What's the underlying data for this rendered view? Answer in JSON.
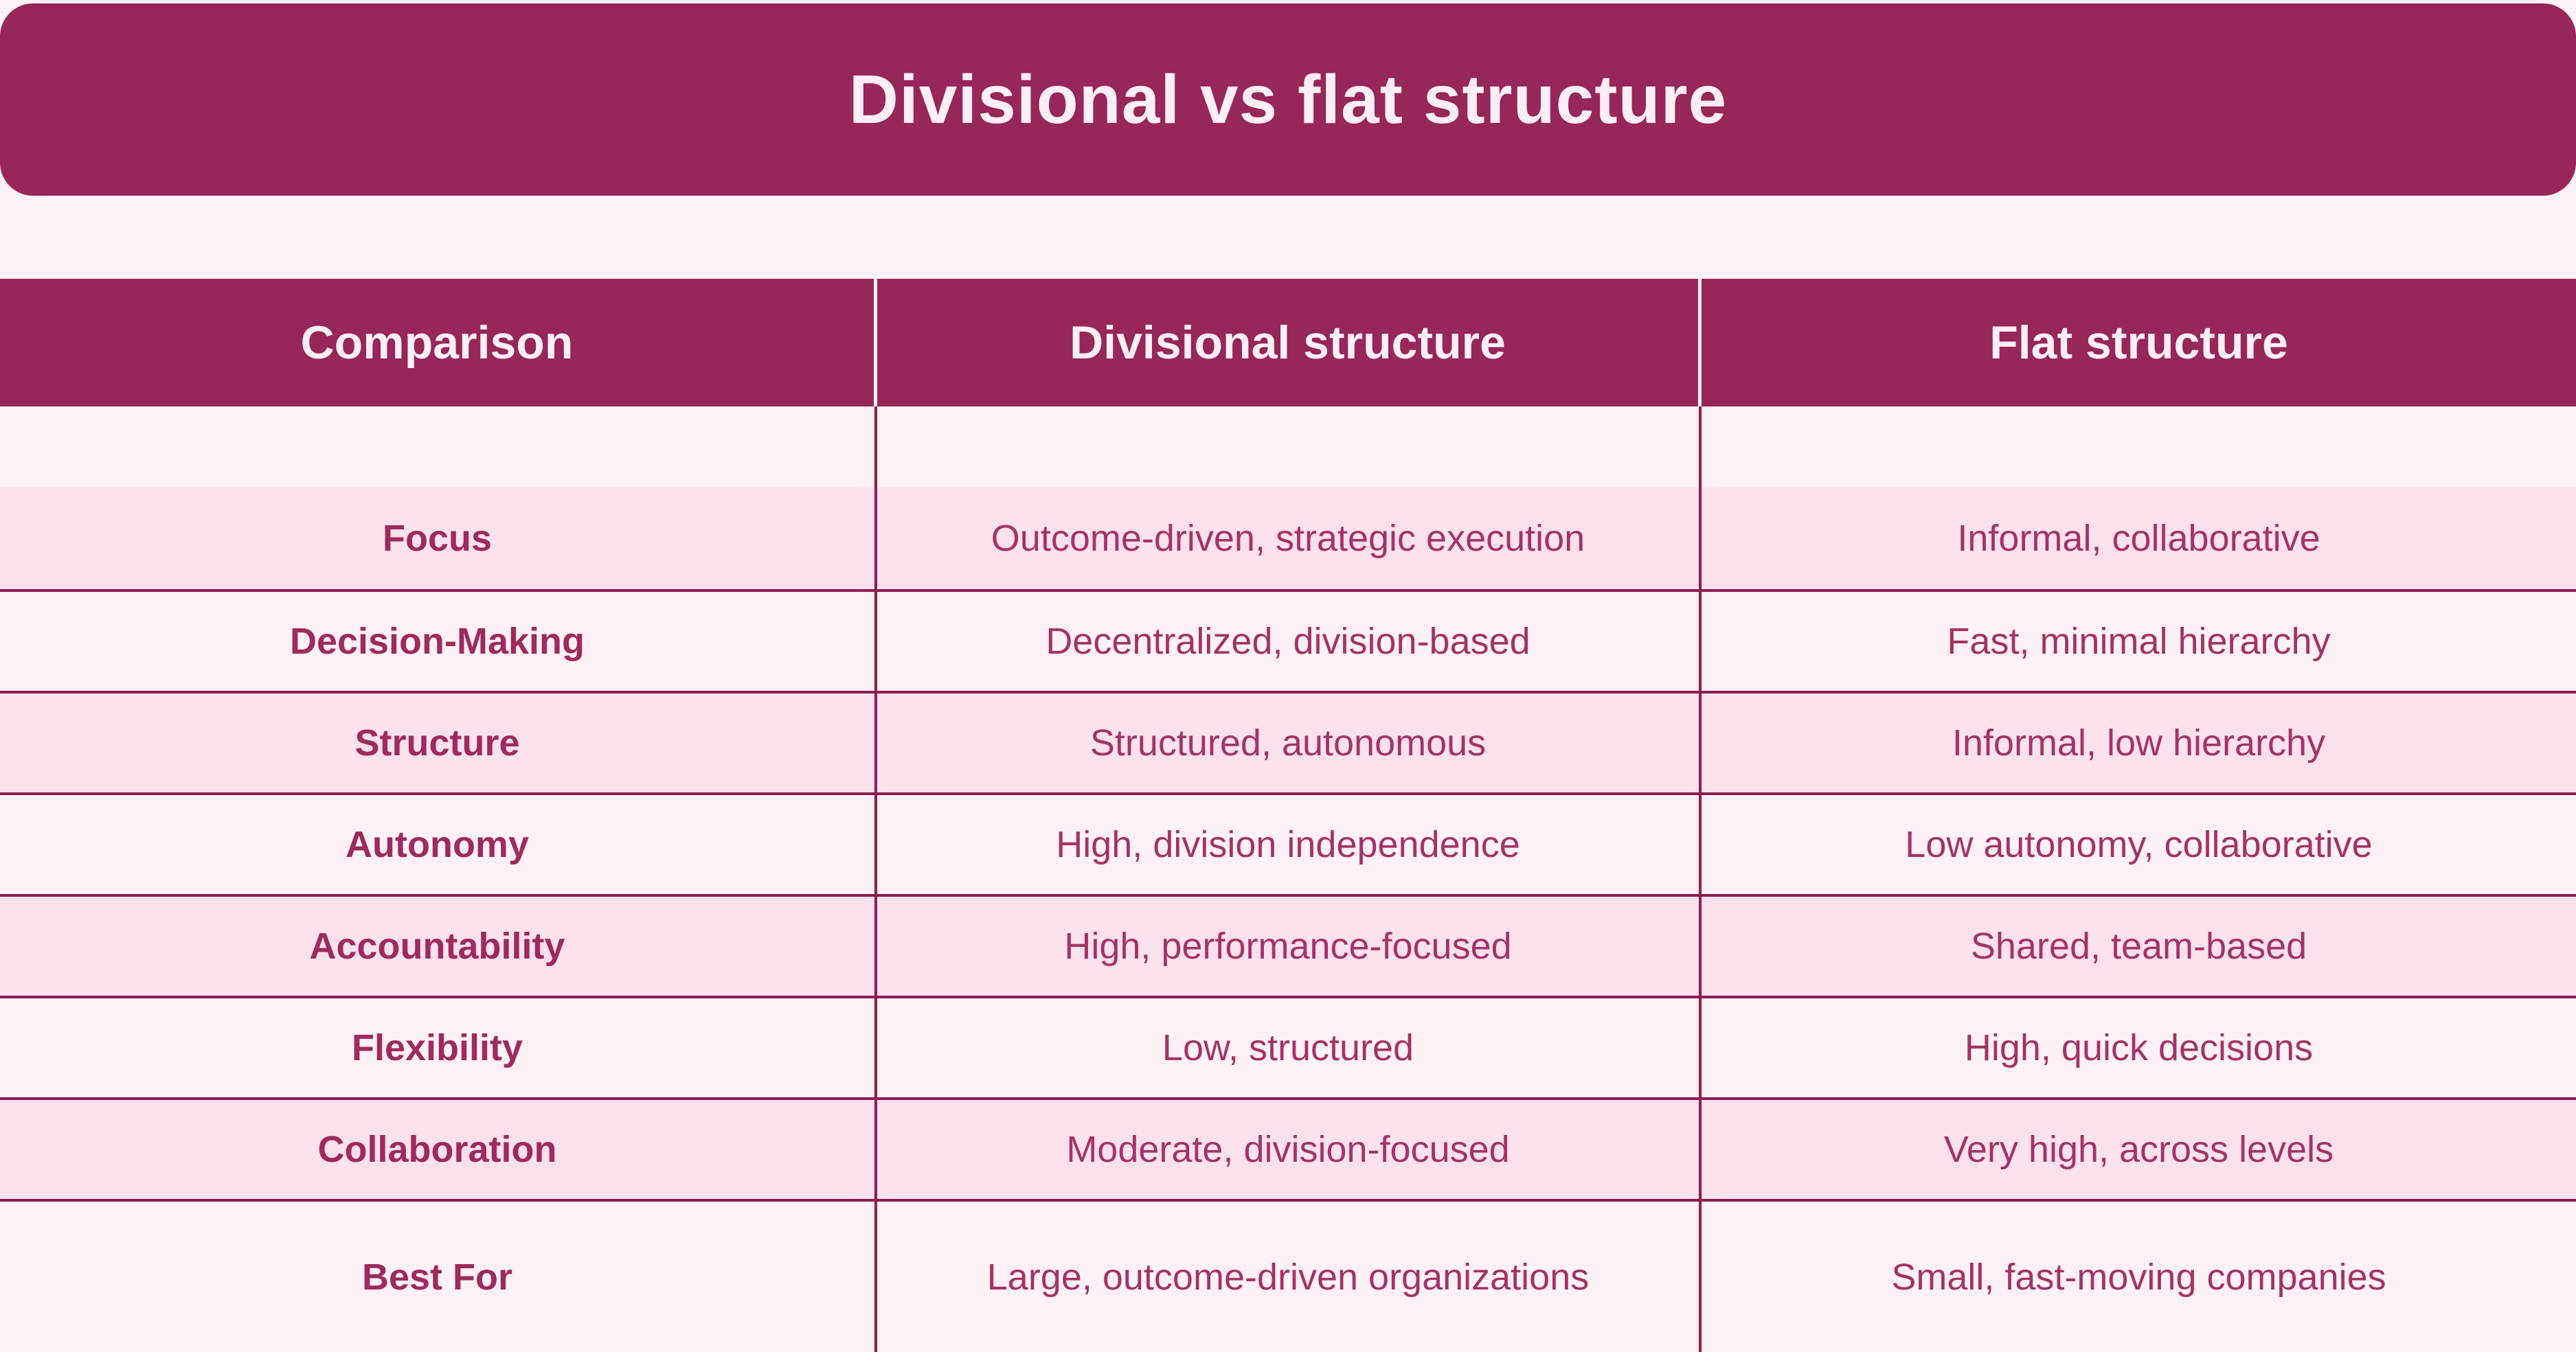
{
  "page_title": "Divisional vs flat structure",
  "colors": {
    "accent": "#97265A",
    "line": "#8C1D50",
    "row_light": "#FDF0F6",
    "row_dark": "#FBE0ED",
    "page_bg": "#FDF1F7",
    "title_text": "#FCEEF6",
    "label_text": "#9E2A5E",
    "value_text": "#A43366"
  },
  "chart_data": {
    "type": "table",
    "title": "Divisional vs flat structure",
    "columns": [
      "Comparison",
      "Divisional structure",
      "Flat structure"
    ],
    "rows": [
      [
        "Focus",
        "Outcome-driven, strategic execution",
        "Informal, collaborative"
      ],
      [
        "Decision-Making",
        "Decentralized, division-based",
        "Fast, minimal hierarchy"
      ],
      [
        "Structure",
        "Structured, autonomous",
        "Informal, low hierarchy"
      ],
      [
        "Autonomy",
        "High, division independence",
        "Low autonomy, collaborative"
      ],
      [
        "Accountability",
        "High, performance-focused",
        "Shared, team-based"
      ],
      [
        "Flexibility",
        "Low, structured",
        "High, quick decisions"
      ],
      [
        "Collaboration",
        "Moderate, division-focused",
        "Very high, across levels"
      ],
      [
        "Best For",
        "Large, outcome-driven organizations",
        "Small, fast-moving companies"
      ]
    ],
    "layout": {
      "legend": "none",
      "grid": "row and column separator lines in maroon",
      "header_style": "solid maroon band, white text",
      "row_striping": "alternating pale pinks"
    }
  }
}
